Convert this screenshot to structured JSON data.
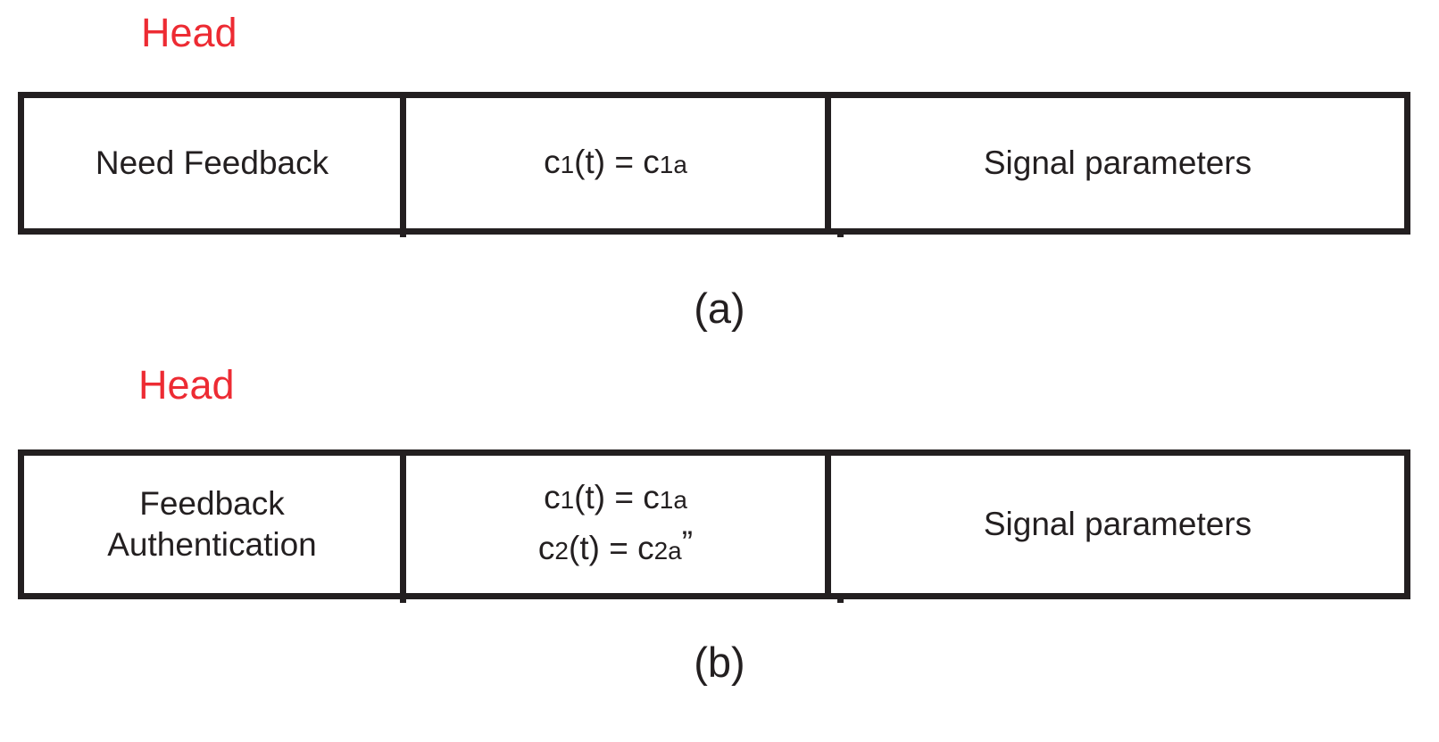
{
  "figure": {
    "background_color": "#ffffff",
    "line_color": "#231f20",
    "head_label_color": "#ED2B33"
  },
  "panels": [
    {
      "id": "panel-a",
      "head_label": "Head",
      "caption": "(a)",
      "cells": [
        {
          "name": "feedback-flag-cell",
          "text": "Need Feedback"
        },
        {
          "name": "condition-cell",
          "lines": [
            {
              "base1": "c",
              "sub1": "1",
              "mid": "(t) = c",
              "sub2": "1a",
              "prime": ""
            }
          ]
        },
        {
          "name": "payload-cell",
          "text": "Signal parameters"
        }
      ]
    },
    {
      "id": "panel-b",
      "head_label": "Head",
      "caption": "(b)",
      "cells": [
        {
          "name": "feedback-flag-cell",
          "text": "Feedback\nAuthentication"
        },
        {
          "name": "condition-cell",
          "lines": [
            {
              "base1": "c",
              "sub1": "1",
              "mid": "(t) = c",
              "sub2": "1a",
              "prime": ""
            },
            {
              "base1": "c",
              "sub1": "2",
              "mid": "(t) = c",
              "sub2": "2a",
              "prime": "”"
            }
          ]
        },
        {
          "name": "payload-cell",
          "text": "Signal parameters"
        }
      ]
    }
  ]
}
